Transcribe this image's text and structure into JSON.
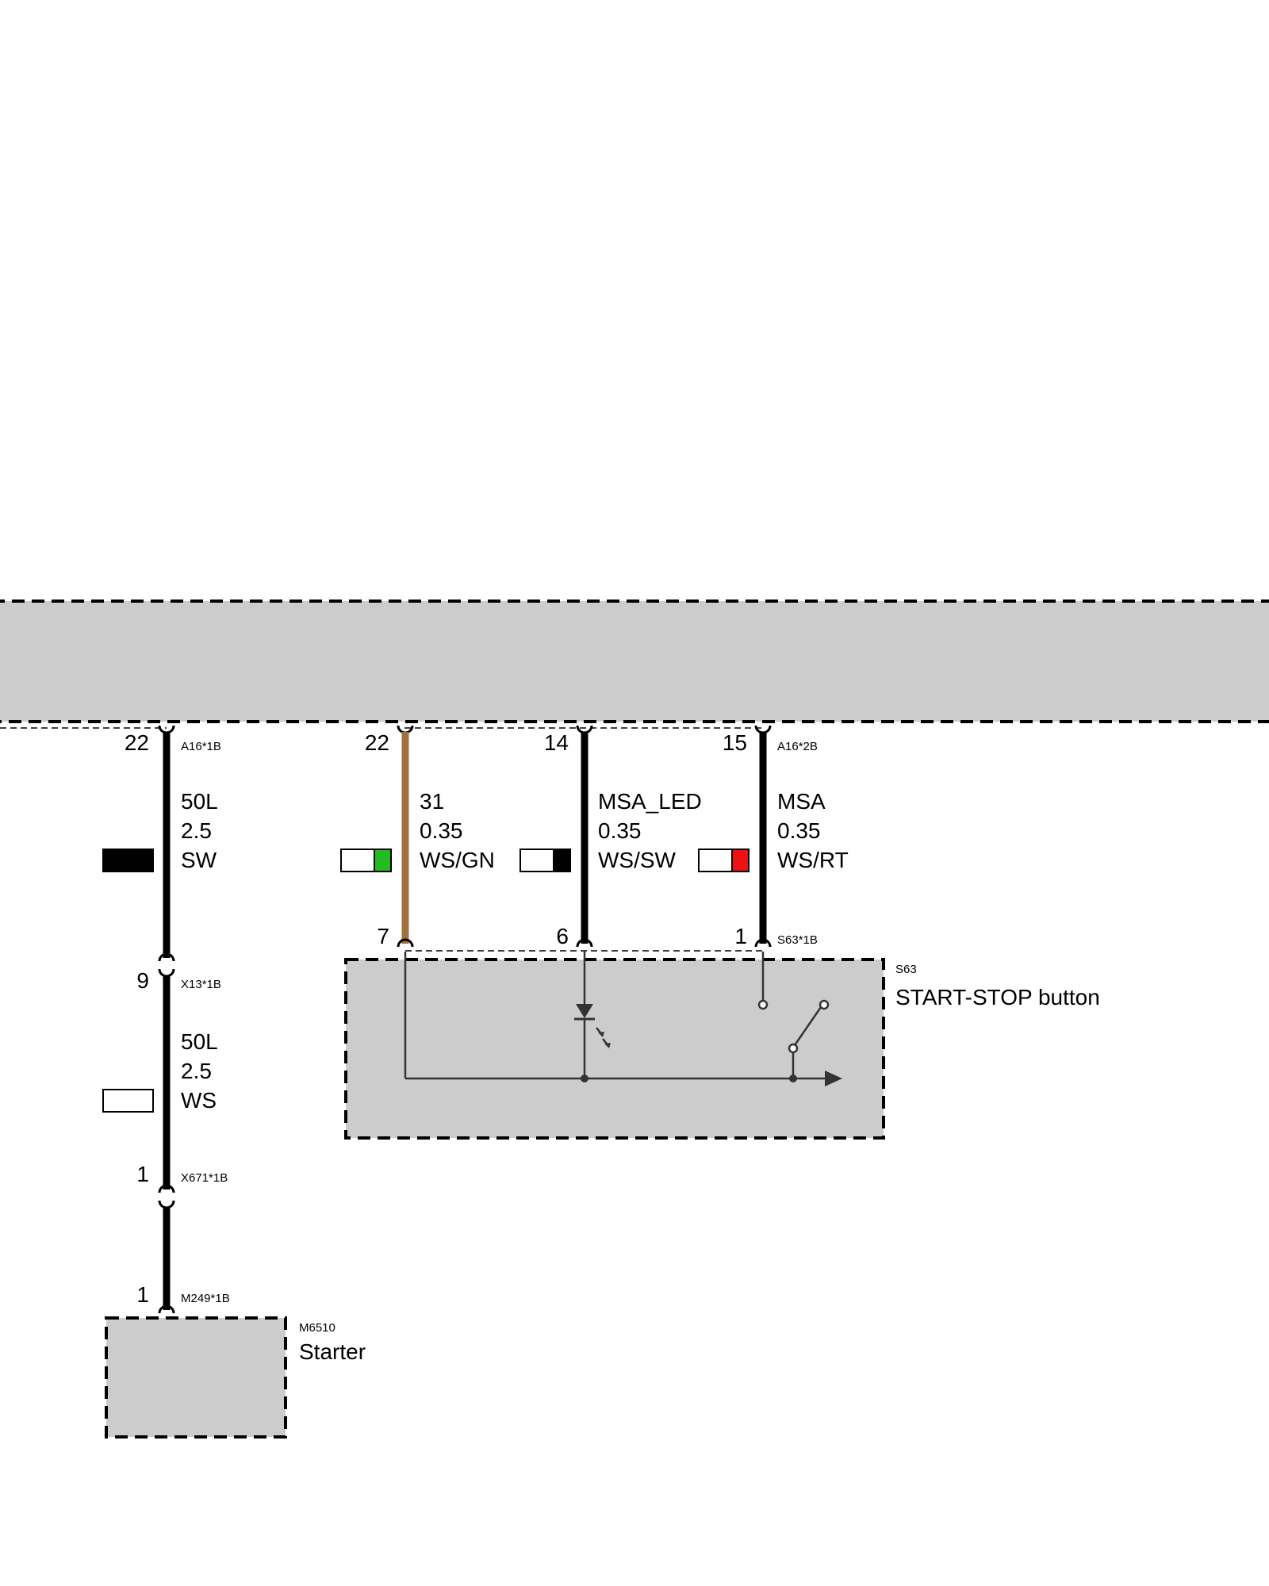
{
  "colors": {
    "module_fill": "#cccccc",
    "wire_black": "#000000",
    "wire_brown": "#a0703f",
    "swatch_green": "#22bb22",
    "swatch_red": "#ee1111",
    "swatch_black": "#000000"
  },
  "connectors": {
    "a16_1b": {
      "pin_left": "22",
      "label": "A16*1B"
    },
    "a16_2b": {
      "pin_22": "22",
      "pin_14": "14",
      "pin_15": "15",
      "label": "A16*2B"
    },
    "x13_1b": {
      "pin": "9",
      "label": "X13*1B"
    },
    "x671_1b": {
      "pin": "1",
      "label": "X671*1B"
    },
    "m249_1b": {
      "pin": "1",
      "label": "M249*1B"
    },
    "s63_1b": {
      "pin_7": "7",
      "pin_6": "6",
      "pin_1": "1",
      "label": "S63*1B"
    }
  },
  "wires": {
    "w1": {
      "signal": "50L",
      "size": "2.5",
      "color_code": "SW"
    },
    "w2": {
      "signal": "50L",
      "size": "2.5",
      "color_code": "WS"
    },
    "w3": {
      "signal": "31",
      "size": "0.35",
      "color_code": "WS/GN"
    },
    "w4": {
      "signal": "MSA_LED",
      "size": "0.35",
      "color_code": "WS/SW"
    },
    "w5": {
      "signal": "MSA",
      "size": "0.35",
      "color_code": "WS/RT"
    }
  },
  "components": {
    "s63": {
      "id": "S63",
      "name": "START-STOP button"
    },
    "m6510": {
      "id": "M6510",
      "name": "Starter"
    }
  }
}
